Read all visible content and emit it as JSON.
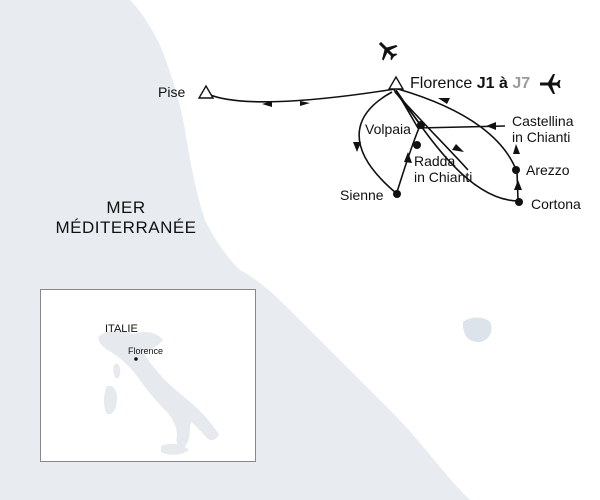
{
  "map": {
    "sea_label_line1": "MER",
    "sea_label_line2": "MÉDITERRANÉE",
    "cities": {
      "pise": "Pise",
      "florence": "Florence",
      "volpaia": "Volpaia",
      "castellina_line1": "Castellina",
      "castellina_line2": "in Chianti",
      "radda_line1": "Radda",
      "radda_line2": "in Chianti",
      "arezzo": "Arezzo",
      "sienne": "Sienne",
      "cortona": "Cortona"
    },
    "florence_tag": {
      "day_start": "J1",
      "joiner": "à",
      "day_end": "J7"
    },
    "icons": [
      "airplane-icon",
      "airplane-icon",
      "triangle-marker-icon",
      "dot-marker-icon"
    ],
    "colors": {
      "land": "#ffffff",
      "sea": "#e8ecf1",
      "route": "#111111",
      "highlight_day": "#9a9a9a"
    }
  },
  "inset": {
    "country": "ITALIE",
    "city": "Florence"
  }
}
